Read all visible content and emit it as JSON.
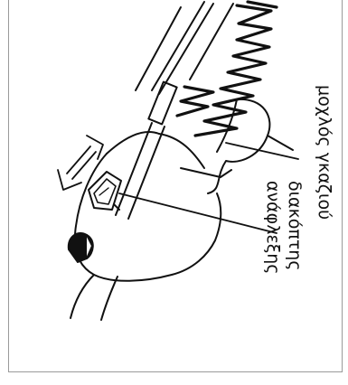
{
  "labels": {
    "gas_lever": "μοχλός γκαζιού",
    "ignition_switch_line1": "διακόπτης",
    "ignition_switch_line2": "ανάφλεξης"
  },
  "colors": {
    "line": "#111111",
    "frame": "#9a9a9a",
    "background": "#ffffff"
  }
}
